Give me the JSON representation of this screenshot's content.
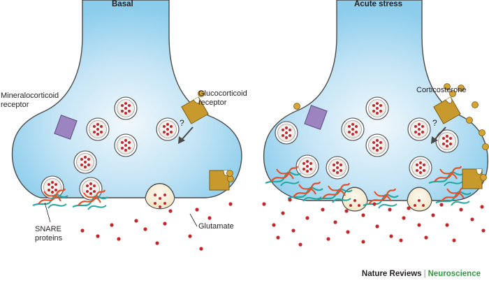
{
  "panels": {
    "basal": {
      "title": "Basal"
    },
    "acute": {
      "title": "Acute stress"
    }
  },
  "labels": {
    "mineralocorticoid_receptor": [
      "Mineralocorticoid",
      "receptor"
    ],
    "glucocorticoid_receptor": [
      "Glucocorticoid",
      "receptor"
    ],
    "corticosterone": "Corticosterone",
    "snare_proteins": [
      "SNARE",
      "proteins"
    ],
    "glutamate": "Glutamate",
    "question_mark": "?"
  },
  "footer": {
    "journal": "Nature Reviews",
    "separator": "|",
    "field": "Neuroscience"
  },
  "colors": {
    "terminal_edge": "#4a4a4a",
    "terminal_fill_center": "#f2f8fc",
    "terminal_fill_edge": "#8ccdec",
    "glutamate": "#c0282c",
    "mineralocorticoid_receptor": "#9b84bf",
    "glucocorticoid_receptor": "#c89a2e",
    "corticosterone": "#d4a434",
    "snare_red": "#e0502a",
    "snare_teal": "#26a7a0",
    "footer_green": "#2e9c3e"
  }
}
